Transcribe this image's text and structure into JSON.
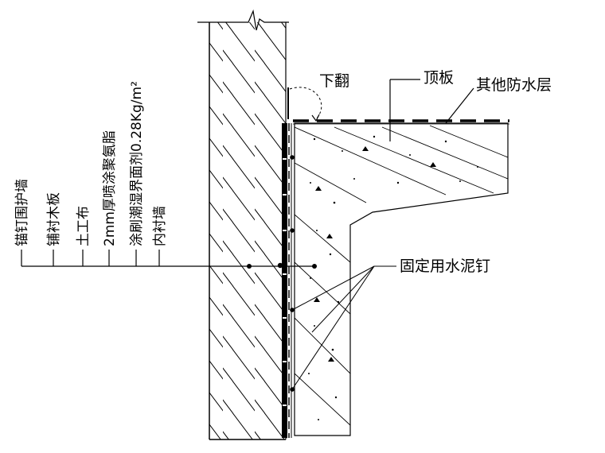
{
  "labels": {
    "flip_down": "下翻",
    "roof_slab": "顶板",
    "other_waterproof": "其他防水层",
    "fixing_nails": "固定用水泥钉",
    "layers": [
      "锚钉围护墙",
      "铺衬木板",
      "土工布",
      "2mm厚喷涂聚氨脂",
      "涂刷潮湿界面剂0.28Kg/m²",
      "内衬墙"
    ]
  }
}
